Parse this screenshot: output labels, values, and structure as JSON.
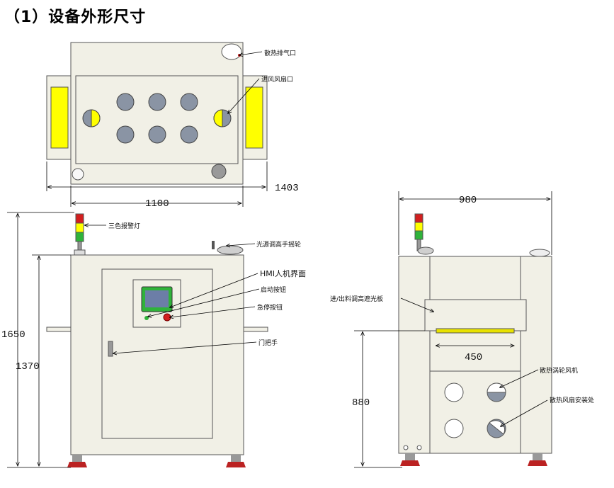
{
  "title": "（1）设备外形尺寸",
  "labels": {
    "exhaust": "散热排气口",
    "intake": "进风风扇口",
    "tower_light": "三色报警灯",
    "crank": "光源调高手摇轮",
    "hmi": "HMI人机界面",
    "start": "启动按钮",
    "estop": "急停按钮",
    "handle": "门把手",
    "shield": "进/出料调高遮光板",
    "turbo_fan": "散热涡轮风机",
    "fan_mount": "散热风扇安装处"
  },
  "dimensions": {
    "top_width": "1403",
    "front_width": "1100",
    "side_width": "980",
    "total_height": "1650",
    "body_height": "1370",
    "side_height": "880",
    "opening": "450"
  },
  "colors": {
    "body": "#f1f0e6",
    "outline": "#555555",
    "yellow": "#ffff00",
    "fan_grey": "#8a94a4",
    "screen_green": "#2fb33a",
    "screen_blue": "#6c7ea7",
    "red": "#d21f1f"
  }
}
